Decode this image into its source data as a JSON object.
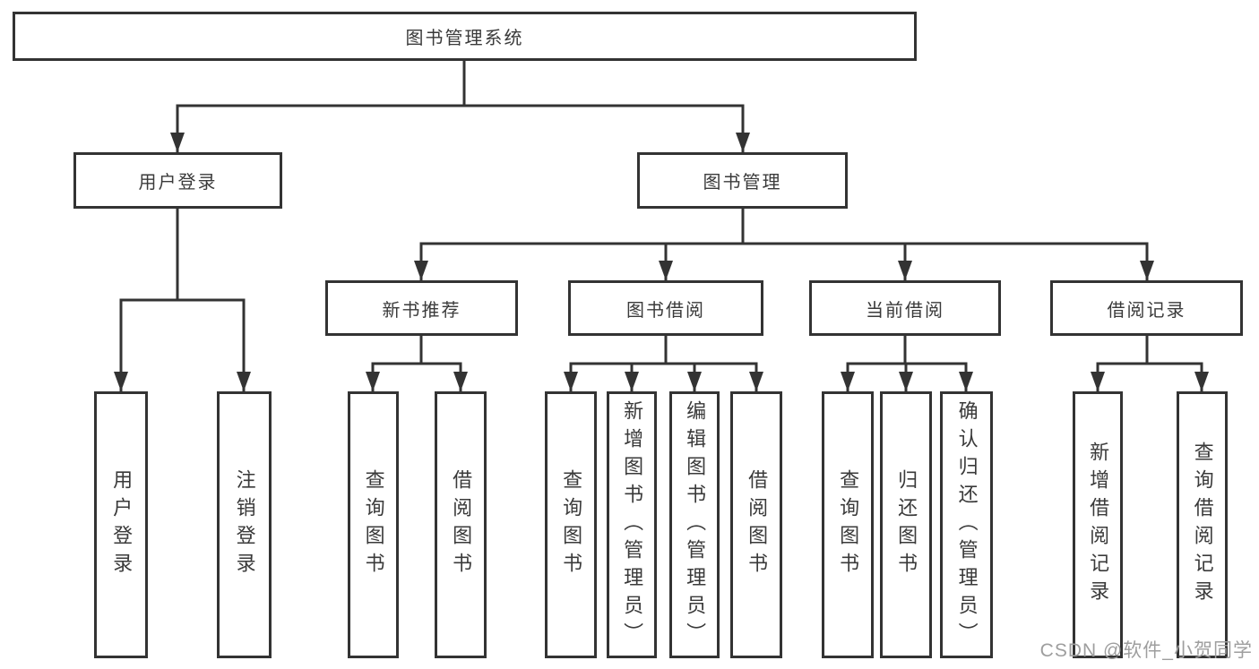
{
  "tree": {
    "root": {
      "label": "图书管理系统"
    },
    "level2": [
      {
        "label": "用户登录",
        "children": [
          {
            "label": "用户登录"
          },
          {
            "label": "注销登录"
          }
        ]
      },
      {
        "label": "图书管理",
        "children": [
          {
            "label": "新书推荐",
            "children": [
              {
                "label": "查询图书"
              },
              {
                "label": "借阅图书"
              }
            ]
          },
          {
            "label": "图书借阅",
            "children": [
              {
                "label": "查询图书"
              },
              {
                "label": "新增图书（管理员）"
              },
              {
                "label": "编辑图书（管理员）"
              },
              {
                "label": "借阅图书"
              }
            ]
          },
          {
            "label": "当前借阅",
            "children": [
              {
                "label": "查询图书"
              },
              {
                "label": "归还图书"
              },
              {
                "label": "确认归还（管理员）"
              }
            ]
          },
          {
            "label": "借阅记录",
            "children": [
              {
                "label": "新增借阅记录"
              },
              {
                "label": "查询借阅记录"
              }
            ]
          }
        ]
      }
    ]
  },
  "watermark": {
    "label": "CSDN @软件_小贺同学"
  },
  "colors": {
    "line": "#333333",
    "text": "#3a3a3a",
    "background": "#ffffff",
    "watermark": "#9e9e9e"
  }
}
